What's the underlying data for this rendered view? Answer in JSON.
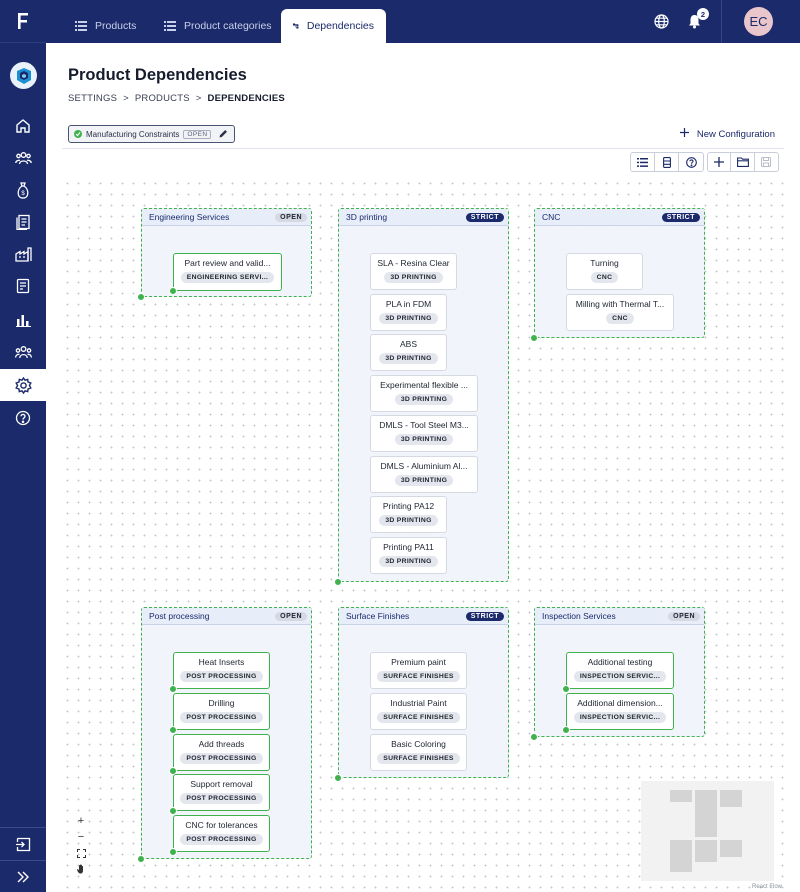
{
  "topbar": {
    "tabs": [
      {
        "label": "Products",
        "icon": "list-icon",
        "active": false
      },
      {
        "label": "Product categories",
        "icon": "list-icon",
        "active": false
      },
      {
        "label": "Dependencies",
        "icon": "dependency-icon",
        "active": true
      }
    ],
    "notification_count": "2",
    "avatar_initials": "EC"
  },
  "sidebar": {
    "items": [
      "home-icon",
      "users-icon",
      "money-bag-icon",
      "reports-icon",
      "factory-icon",
      "invoice-icon",
      "bar-chart-icon",
      "team-icon",
      "settings-icon",
      "help-icon"
    ],
    "active": "settings-icon"
  },
  "header": {
    "title": "Product Dependencies",
    "breadcrumb": [
      "SETTINGS",
      ">",
      "PRODUCTS",
      ">",
      "DEPENDENCIES"
    ]
  },
  "config_chip": {
    "label": "Manufacturing Constraints",
    "status": "OPEN"
  },
  "new_config_label": "New Configuration",
  "groups": [
    {
      "title": "Engineering Services",
      "mode": "OPEN",
      "nodes": [
        {
          "title": "Part review and valid...",
          "tag": "ENGINEERING SERVI...",
          "connected": true
        }
      ]
    },
    {
      "title": "3D printing",
      "mode": "STRICT",
      "nodes": [
        {
          "title": "SLA - Resina Clear",
          "tag": "3D PRINTING"
        },
        {
          "title": "PLA in FDM",
          "tag": "3D PRINTING"
        },
        {
          "title": "ABS",
          "tag": "3D PRINTING"
        },
        {
          "title": "Experimental flexible ...",
          "tag": "3D PRINTING"
        },
        {
          "title": "DMLS - Tool Steel M3...",
          "tag": "3D PRINTING"
        },
        {
          "title": "DMLS - Aluminium Al...",
          "tag": "3D PRINTING"
        },
        {
          "title": "Printing PA12",
          "tag": "3D PRINTING"
        },
        {
          "title": "Printing PA11",
          "tag": "3D PRINTING"
        }
      ]
    },
    {
      "title": "CNC",
      "mode": "STRICT",
      "nodes": [
        {
          "title": "Turning",
          "tag": "CNC"
        },
        {
          "title": "Milling with Thermal T...",
          "tag": "CNC"
        }
      ]
    },
    {
      "title": "Post processing",
      "mode": "OPEN",
      "nodes": [
        {
          "title": "Heat Inserts",
          "tag": "POST PROCESSING",
          "connected": true
        },
        {
          "title": "Drilling",
          "tag": "POST PROCESSING",
          "connected": true
        },
        {
          "title": "Add threads",
          "tag": "POST PROCESSING",
          "connected": true
        },
        {
          "title": "Support removal",
          "tag": "POST PROCESSING",
          "connected": true
        },
        {
          "title": "CNC for tolerances",
          "tag": "POST PROCESSING",
          "connected": true
        }
      ]
    },
    {
      "title": "Surface Finishes",
      "mode": "STRICT",
      "nodes": [
        {
          "title": "Premium paint",
          "tag": "SURFACE FINISHES"
        },
        {
          "title": "Industrial Paint",
          "tag": "SURFACE FINISHES"
        },
        {
          "title": "Basic Coloring",
          "tag": "SURFACE FINISHES"
        }
      ]
    },
    {
      "title": "Inspection Services",
      "mode": "OPEN",
      "nodes": [
        {
          "title": "Additional testing",
          "tag": "INSPECTION SERVIC...",
          "connected": true
        },
        {
          "title": "Additional dimension...",
          "tag": "INSPECTION SERVIC...",
          "connected": true
        }
      ]
    }
  ],
  "canvas_controls": {
    "zoom_in": "+",
    "zoom_out": "−"
  },
  "attribution": "React Flow"
}
